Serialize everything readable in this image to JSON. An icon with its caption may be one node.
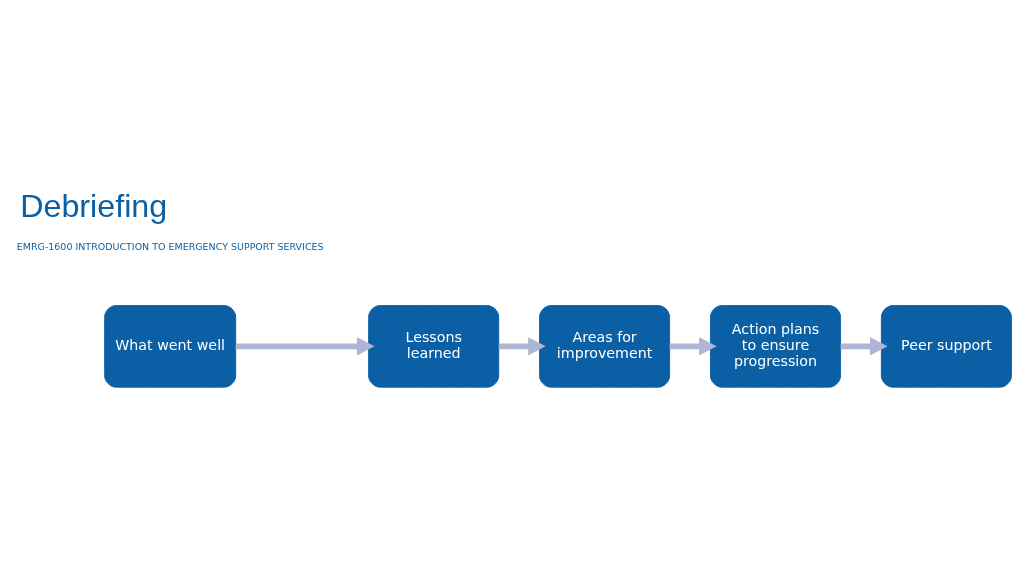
{
  "diagram": {
    "title": "Debriefing",
    "nodes": [
      {
        "text": [
          "What went well"
        ]
      },
      {
        "text": [
          "Lessons learned"
        ]
      },
      {
        "text": [
          "Areas for improvement"
        ]
      },
      {
        "text": [
          "Action plans to ensure progression"
        ]
      },
      {
        "text": [
          "Peer support"
        ]
      }
    ],
    "edges": [
      {
        "from": 0,
        "to": 1,
        "arrow": "to"
      },
      {
        "from": 1,
        "to": 2,
        "arrow": "to"
      },
      {
        "from": 2,
        "to": 3,
        "arrow": "to"
      },
      {
        "from": 3,
        "to": 4,
        "arrow": "to"
      }
    ],
    "labels": [
      "EMRG-1600 INTRODUCTION TO EMERGENCY SUPPORT SERVICES"
    ]
  }
}
